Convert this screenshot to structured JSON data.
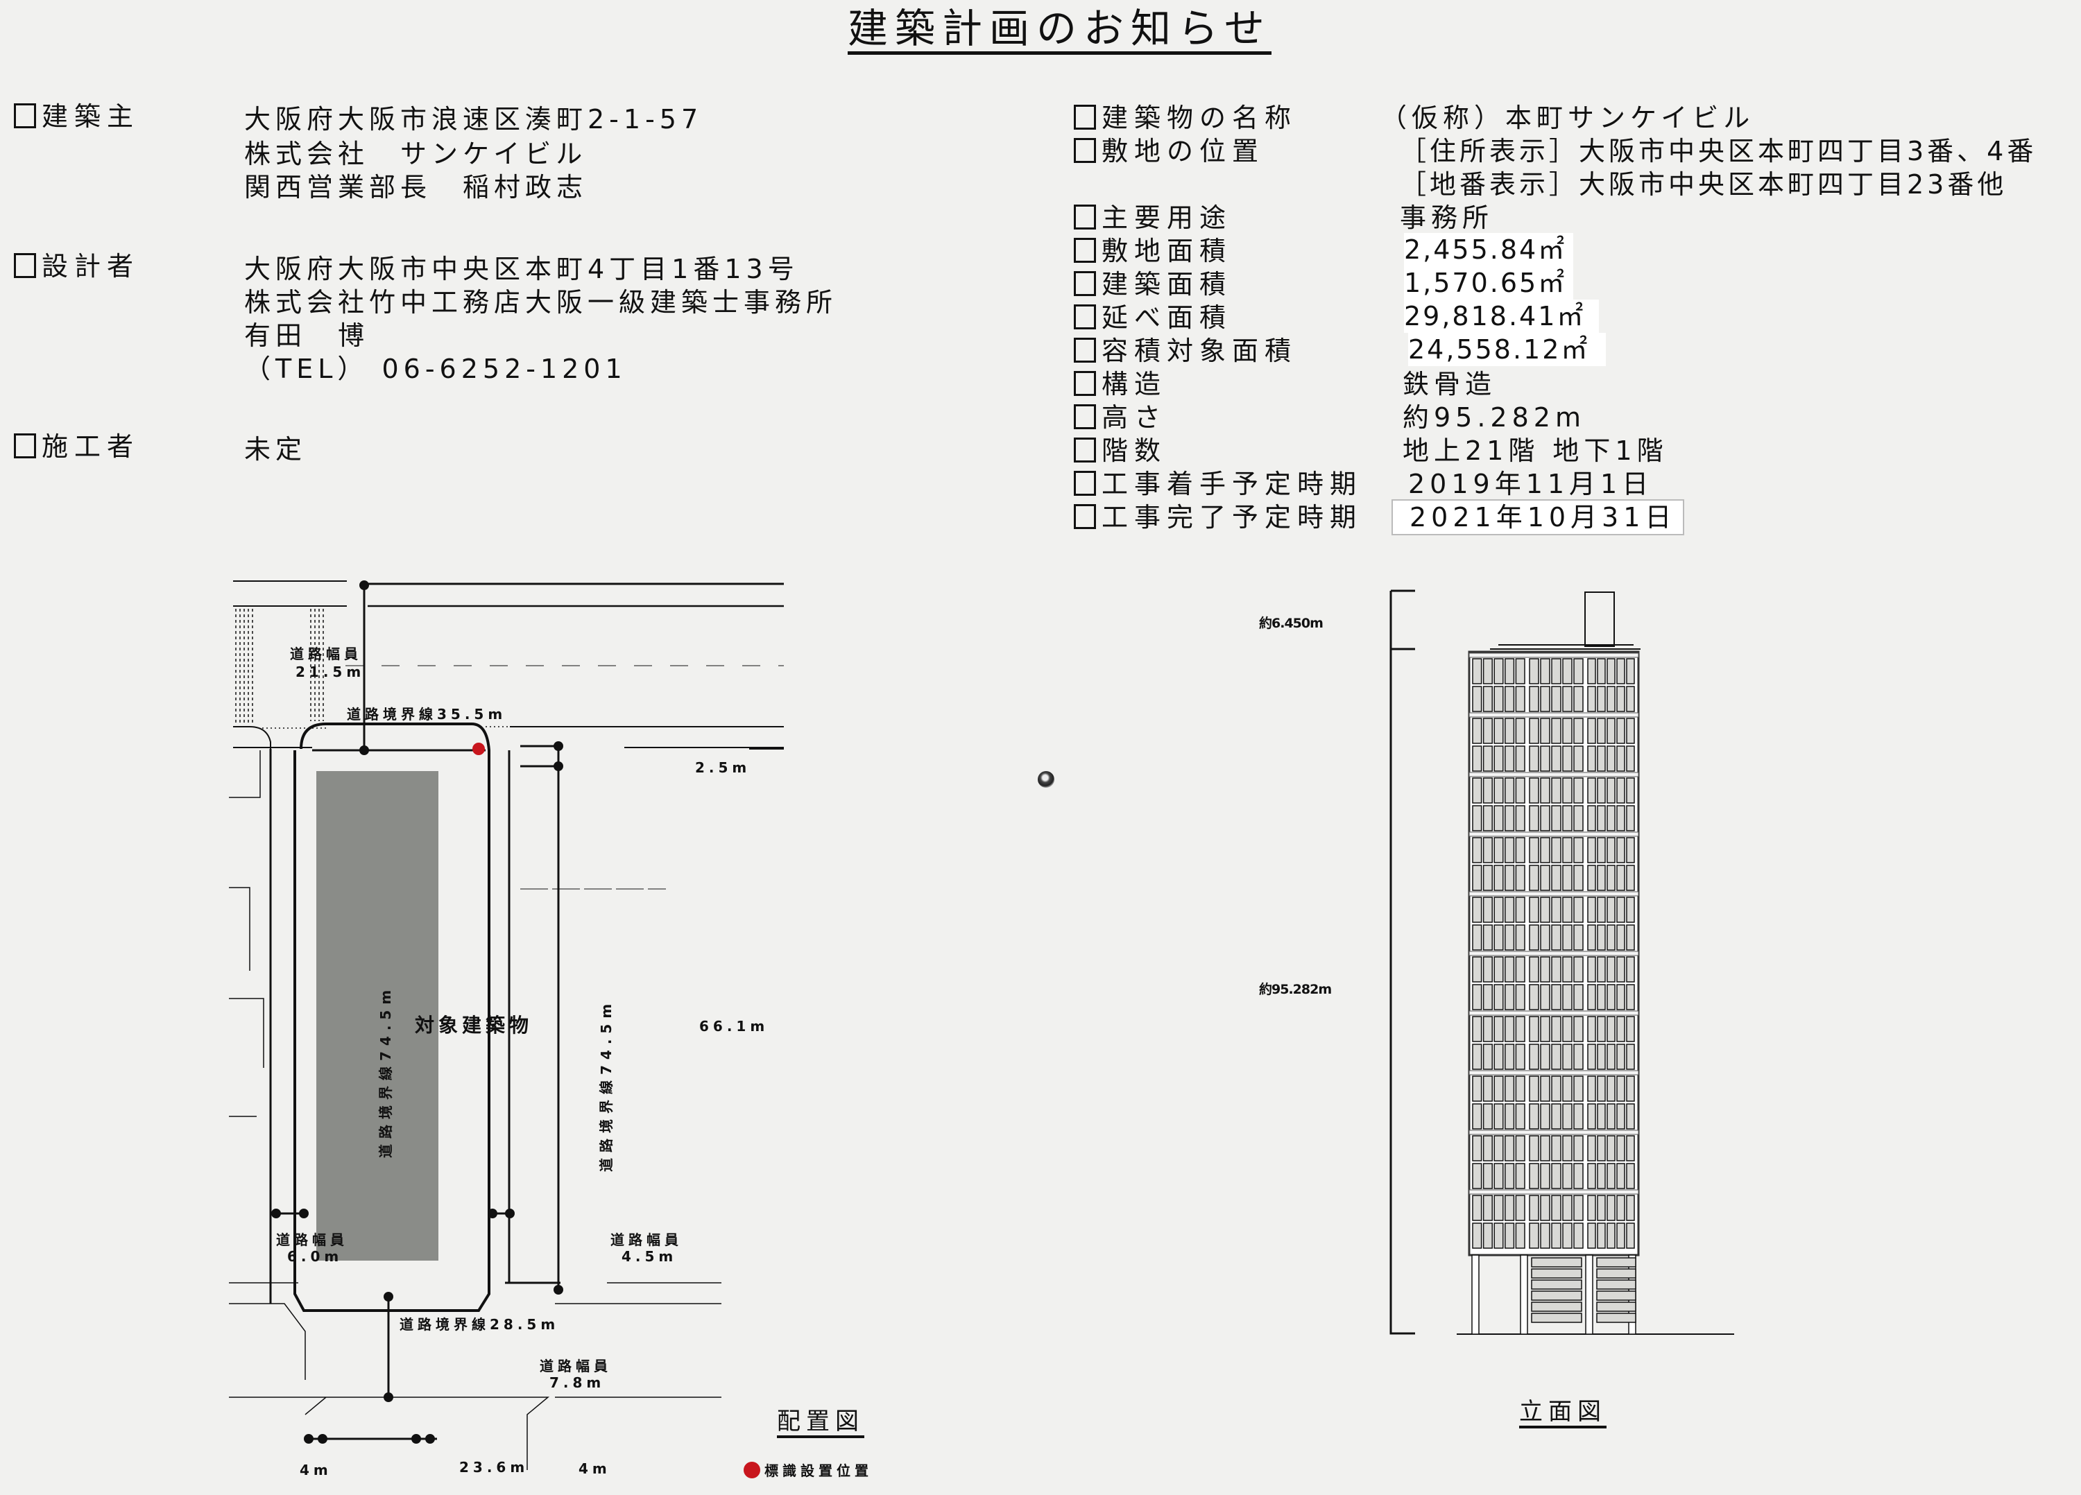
{
  "title": "建築計画のお知らせ",
  "left_section": {
    "owner": {
      "label": "建築主",
      "lines": [
        "大阪府大阪市浪速区湊町2-1-57",
        "株式会社　サンケイビル",
        "関西営業部長　稲村政志"
      ]
    },
    "designer": {
      "label": "設計者",
      "lines": [
        "大阪府大阪市中央区本町4丁目1番13号",
        "株式会社竹中工務店大阪一級建築士事務所",
        "有田　博",
        "（TEL） 06-6252-1201"
      ]
    },
    "contractor": {
      "label": "施工者",
      "value": "未定"
    }
  },
  "right_section": {
    "items": [
      {
        "label": "建築物の名称",
        "value": "（仮称）本町サンケイビル"
      },
      {
        "label": "敷地の位置",
        "value": "［住所表示］大阪市中央区本町四丁目3番、4番"
      },
      {
        "label": "",
        "value": "［地番表示］大阪市中央区本町四丁目23番他"
      },
      {
        "label": "主要用途",
        "value": "事務所"
      },
      {
        "label": "敷地面積",
        "value": "2,455.84㎡"
      },
      {
        "label": "建築面積",
        "value": "1,570.65㎡"
      },
      {
        "label": "延べ面積",
        "value": "29,818.41㎡"
      },
      {
        "label": "容積対象面積",
        "value": "24,558.12㎡"
      },
      {
        "label": "構造",
        "value": "鉄骨造"
      },
      {
        "label": "高さ",
        "value": "約95.282m"
      },
      {
        "label": "階数",
        "value": "地上21階 地下1階"
      },
      {
        "label": "工事着手予定時期",
        "value": "2019年11月1日"
      },
      {
        "label": "工事完了予定時期",
        "value": "2021年10月31日"
      }
    ]
  },
  "site_plan": {
    "caption": "配置図",
    "building_label": "対象建築物",
    "north_road_width": {
      "label": "道路幅員",
      "value": "21.5m"
    },
    "north_boundary": "道路境界線35.5m",
    "west_boundary": "道路境界線74.5m",
    "east_boundary": "道路境界線74.5m",
    "south_boundary": "道路境界線28.5m",
    "west_road_width": {
      "label": "道路幅員",
      "value": "6.0m"
    },
    "east_road_width": {
      "label": "道路幅員",
      "value": "4.5m"
    },
    "south_road_width": {
      "label": "道路幅員",
      "value": "7.8m"
    },
    "dim_setback": "2.5m",
    "dim_length": "66.1m",
    "dim_bottom": [
      "4m",
      "23.6m",
      "4m"
    ],
    "legend": "標識設置位置",
    "legend_color": "#c8161d"
  },
  "elevation": {
    "caption": "立面図",
    "dim_top": "約6.450m",
    "dim_height": "約95.282m"
  }
}
